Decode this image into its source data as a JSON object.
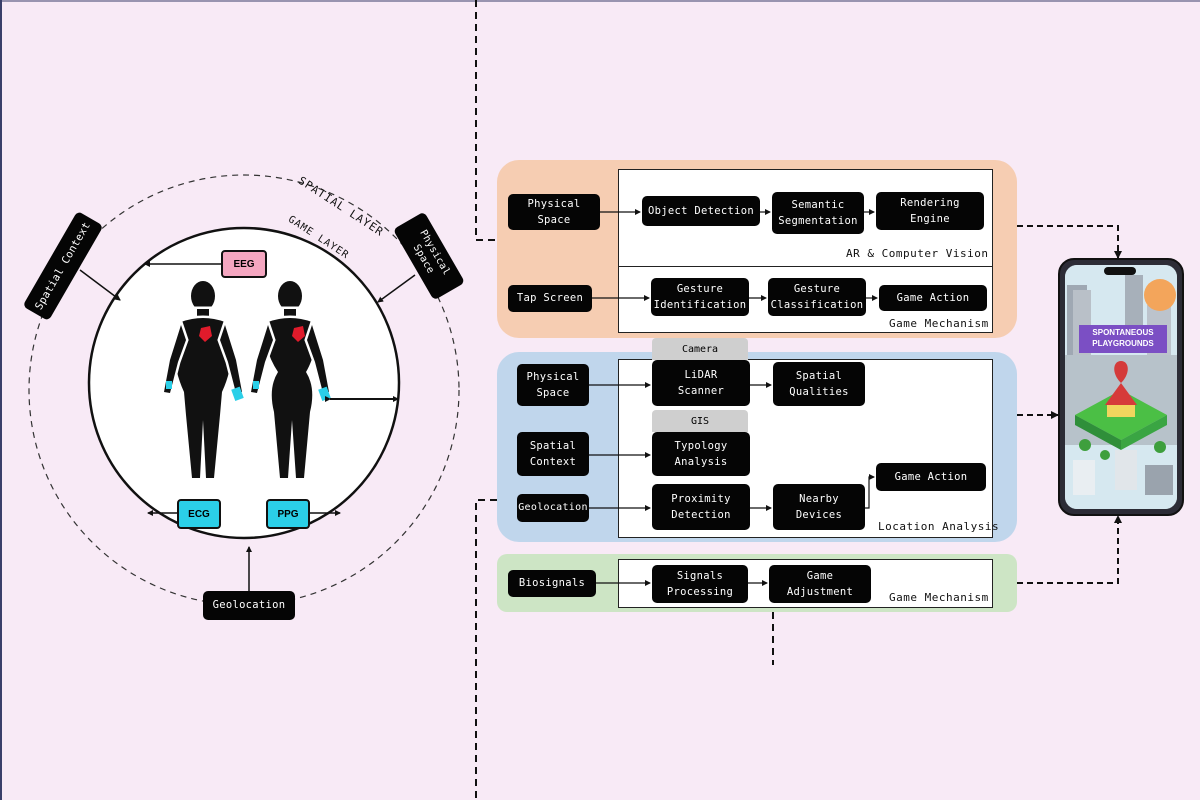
{
  "left": {
    "spatial_layer": "SPATIAL LAYER",
    "game_layer": "GAME LAYER",
    "spatial_context": "Spatial Context",
    "physical_space": "Physical\nSpace",
    "geolocation": "Geolocation",
    "eeg": "EEG",
    "ecg": "ECG",
    "ppg": "PPG"
  },
  "ar_panel": {
    "input": "Physical\nSpace",
    "object_detection": "Object Detection",
    "semantic_segmentation": "Semantic\nSegmentation",
    "rendering_engine": "Rendering\nEngine",
    "title": "AR & Computer Vision",
    "tap_screen": "Tap Screen",
    "gesture_identification": "Gesture\nIdentification",
    "gesture_classification": "Gesture\nClassification",
    "game_action": "Game Action",
    "game_mechanism": "Game Mechanism"
  },
  "location_panel": {
    "physical_space": "Physical\nSpace",
    "camera": "Camera",
    "lidar_scanner": "LiDAR\nScanner",
    "spatial_qualities": "Spatial\nQualities",
    "gis": "GIS",
    "spatial_context": "Spatial\nContext",
    "typology_analysis": "Typology\nAnalysis",
    "geolocation": "Geolocation",
    "proximity_detection": "Proximity\nDetection",
    "nearby_devices": "Nearby\nDevices",
    "game_action": "Game Action",
    "title": "Location Analysis"
  },
  "bio_panel": {
    "biosignals": "Biosignals",
    "signals_processing": "Signals\nProcessing",
    "game_adjustment": "Game\nAdjustment",
    "title": "Game Mechanism"
  },
  "phone": {
    "banner": "SPONTANEOUS\nPLAYGROUNDS"
  },
  "colors": {
    "background": "#f8eaf6",
    "ar_panel": "#f6cdb2",
    "location_panel": "#c0d6ec",
    "bio_panel": "#cde5c5",
    "eeg": "#f4a6c0",
    "ecg": "#2bcfe8",
    "ppg": "#2bcfe8",
    "heart": "#e01b2b",
    "banner": "#7b4fc4"
  }
}
